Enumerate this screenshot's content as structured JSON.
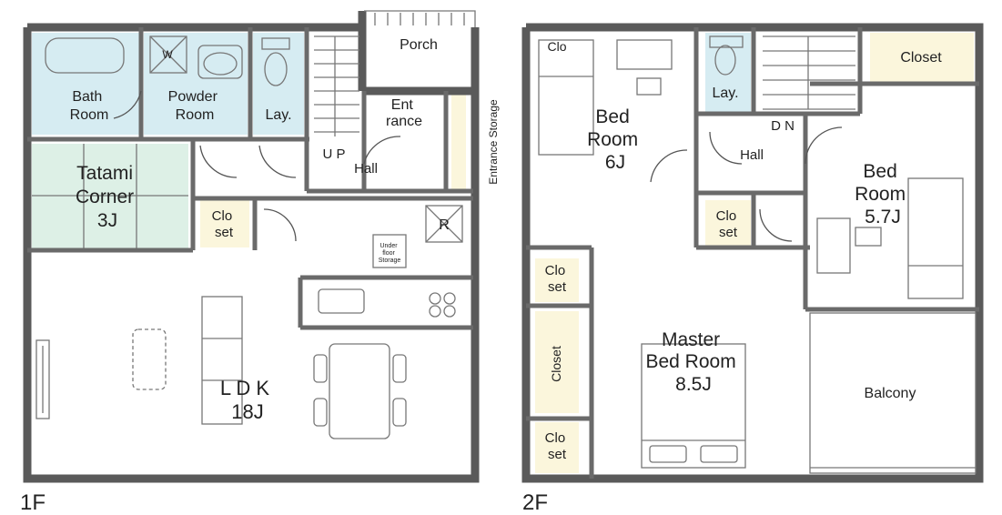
{
  "floor1": {
    "floor_label": "1F",
    "bath_room": [
      "Bath",
      "Room"
    ],
    "powder_room": [
      "Powder",
      "Room"
    ],
    "washer_mark": "W",
    "lav": "Lay.",
    "porch": "Porch",
    "entrance": [
      "Ent",
      "rance"
    ],
    "entrance_storage": "Entrance Storage",
    "up": "U P",
    "hall": "Hall",
    "tatami": [
      "Tatami",
      "Corner",
      "3J"
    ],
    "closet": [
      "Clo",
      "set"
    ],
    "fridge": "R",
    "underfloor": [
      "Under",
      "floor",
      "Storage"
    ],
    "ldk": [
      "L D K",
      "18J"
    ]
  },
  "floor2": {
    "floor_label": "2F",
    "bedroom_a": [
      "Bed",
      "Room",
      "6J"
    ],
    "lav": "Lay.",
    "dn": "D N",
    "hall": "Hall",
    "closet_top": "Closet",
    "bedroom_b": [
      "Bed",
      "Room",
      "5.7J"
    ],
    "closet_hall": [
      "Clo",
      "set"
    ],
    "closet_left1": [
      "Clo",
      "set"
    ],
    "closet_long": "Closet",
    "closet_left2": [
      "Clo",
      "set"
    ],
    "master": [
      "Master",
      "Bed Room",
      "8.5J"
    ],
    "balcony": "Balcony"
  },
  "colors": {
    "wall": "#5a5a5a",
    "wet_area": "#d6ecf2",
    "storage": "#fbf6dc",
    "tatami": "#ddf0e6"
  }
}
